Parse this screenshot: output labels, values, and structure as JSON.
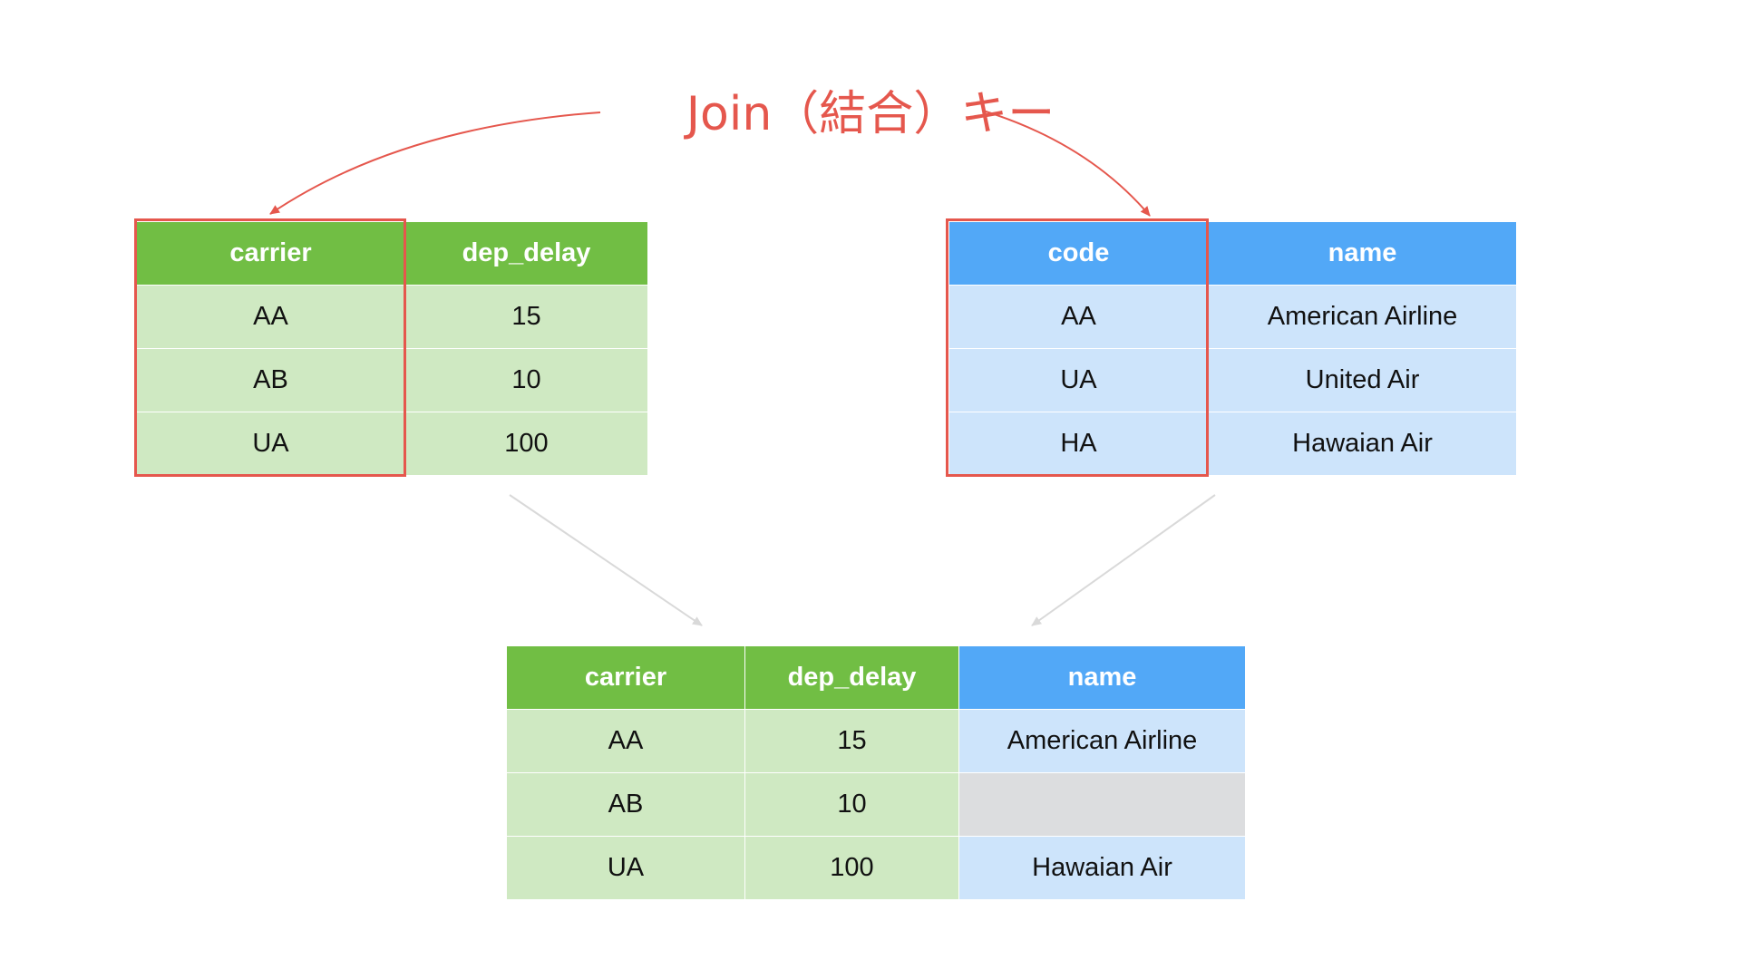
{
  "title": "Join（結合）キー",
  "colors": {
    "green_header": "#71be44",
    "green_cell": "#cfe9c2",
    "blue_header": "#52a8f7",
    "blue_cell": "#cde4fb",
    "empty_cell": "#dcdddf",
    "key_highlight": "#e5574d",
    "flow_arrow": "#d9d9d9"
  },
  "left_table": {
    "headers": [
      "carrier",
      "dep_delay"
    ],
    "rows": [
      [
        "AA",
        "15"
      ],
      [
        "AB",
        "10"
      ],
      [
        "UA",
        "100"
      ]
    ]
  },
  "right_table": {
    "headers": [
      "code",
      "name"
    ],
    "rows": [
      [
        "AA",
        "American Airline"
      ],
      [
        "UA",
        "United Air"
      ],
      [
        "HA",
        "Hawaian Air"
      ]
    ]
  },
  "result_table": {
    "headers": [
      "carrier",
      "dep_delay",
      "name"
    ],
    "rows": [
      [
        "AA",
        "15",
        "American Airline"
      ],
      [
        "AB",
        "10",
        ""
      ],
      [
        "UA",
        "100",
        "Hawaian Air"
      ]
    ]
  }
}
